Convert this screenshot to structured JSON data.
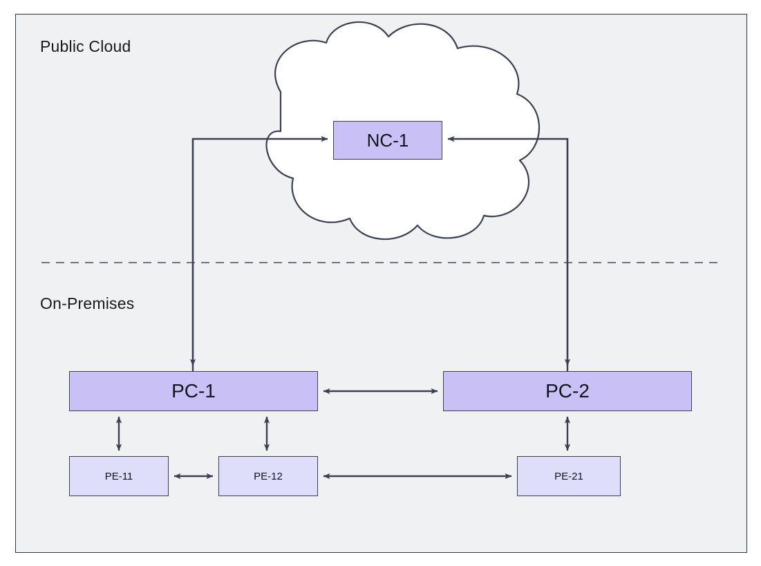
{
  "diagram": {
    "title": "Hybrid cloud network topology",
    "background_color": "#f0f1f3",
    "page_background": "#ffffff",
    "border_color": "#2d3440"
  },
  "zones": {
    "cloud": {
      "label": "Public Cloud",
      "shape": "cloud",
      "fill": "#ffffff",
      "stroke": "#3a3f52"
    },
    "onprem": {
      "label": "On-Premises",
      "divider": "dashed",
      "divider_color": "#6b7280"
    }
  },
  "nodes": {
    "nc1": {
      "label": "NC-1",
      "fill": "#c9c0f5",
      "stroke": "#3a3f52",
      "zone": "cloud"
    },
    "pc1": {
      "label": "PC-1",
      "fill": "#c9c0f5",
      "stroke": "#3a3f52",
      "zone": "onprem"
    },
    "pc2": {
      "label": "PC-2",
      "fill": "#c9c0f5",
      "stroke": "#3a3f52",
      "zone": "onprem"
    },
    "pe11": {
      "label": "PE-11",
      "fill": "#dfdefa",
      "stroke": "#3a3f52",
      "zone": "onprem"
    },
    "pe12": {
      "label": "PE-12",
      "fill": "#dfdefa",
      "stroke": "#3a3f52",
      "zone": "onprem"
    },
    "pe21": {
      "label": "PE-21",
      "fill": "#dfdefa",
      "stroke": "#3a3f52",
      "zone": "onprem"
    }
  },
  "connections": [
    {
      "id": "pc1-to-nc1",
      "from": "pc1",
      "to": "nc1",
      "direction": "both",
      "style": "orthogonal"
    },
    {
      "id": "pc2-to-nc1",
      "from": "pc2",
      "to": "nc1",
      "direction": "both",
      "style": "orthogonal"
    },
    {
      "id": "pc1-to-pc2",
      "from": "pc1",
      "to": "pc2",
      "direction": "bidirectional",
      "style": "straight"
    },
    {
      "id": "pe11-to-pc1",
      "from": "pe11",
      "to": "pc1",
      "direction": "bidirectional",
      "style": "straight"
    },
    {
      "id": "pe12-to-pc1",
      "from": "pe12",
      "to": "pc1",
      "direction": "bidirectional",
      "style": "straight"
    },
    {
      "id": "pe11-to-pe12",
      "from": "pe11",
      "to": "pe12",
      "direction": "bidirectional",
      "style": "straight"
    },
    {
      "id": "pe12-to-pe21",
      "from": "pe12",
      "to": "pe21",
      "direction": "bidirectional",
      "style": "straight"
    },
    {
      "id": "pe21-to-pc2",
      "from": "pe21",
      "to": "pc2",
      "direction": "bidirectional",
      "style": "straight"
    }
  ],
  "colors": {
    "line": "#3a3f52",
    "text": "#11141a"
  }
}
